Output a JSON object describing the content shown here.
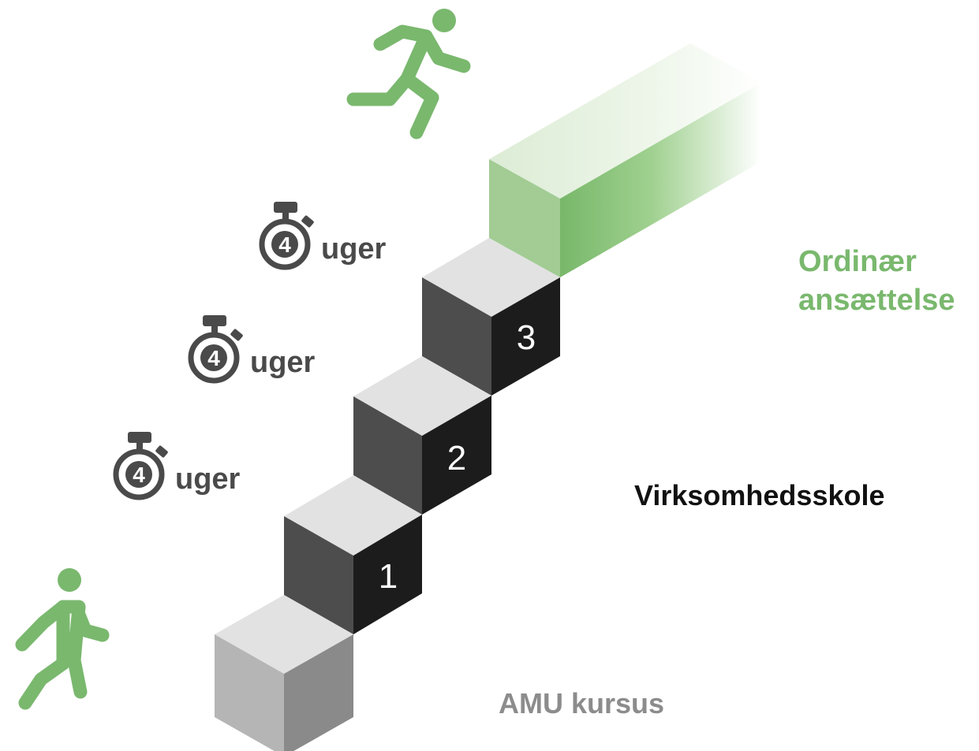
{
  "steps": [
    {
      "number": "1",
      "weeks": "4",
      "unit": "uger"
    },
    {
      "number": "2",
      "weeks": "4",
      "unit": "uger"
    },
    {
      "number": "3",
      "weeks": "4",
      "unit": "uger"
    }
  ],
  "labels": {
    "goal_line1": "Ordinær",
    "goal_line2": "ansættelse",
    "middle": "Virksomhedsskole",
    "start": "AMU kursus"
  },
  "colors": {
    "green": "#7ab86e",
    "dark_step": "#1c1c1c",
    "dark_step_side": "#4d4d4d",
    "step_top": "#e2e2e2",
    "base_left": "#b5b5b5",
    "base_right": "#8a8a8a",
    "timer": "#4a4a4a"
  },
  "icons": {
    "start_figure": "walking-person-icon",
    "goal_figure": "running-person-icon",
    "duration": "stopwatch-icon"
  }
}
